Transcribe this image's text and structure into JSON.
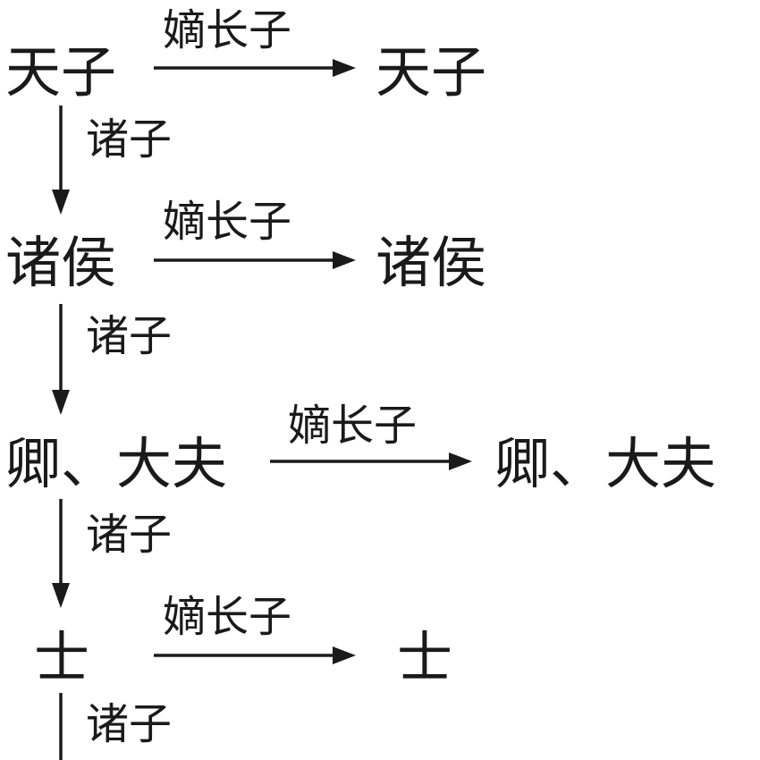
{
  "diagram": {
    "ranks": [
      {
        "left": "天子",
        "right": "天子",
        "right_label": "嫡长子",
        "down_label": "诸子"
      },
      {
        "left": "诸侯",
        "right": "诸侯",
        "right_label": "嫡长子",
        "down_label": "诸子"
      },
      {
        "left": "卿、大夫",
        "right": "卿、大夫",
        "right_label": "嫡长子",
        "down_label": "诸子"
      },
      {
        "left": "士",
        "right": "士",
        "right_label": "嫡长子",
        "down_label": "诸子"
      }
    ],
    "colors": {
      "ink": "#1a1a1a",
      "background": "#ffffff"
    }
  }
}
